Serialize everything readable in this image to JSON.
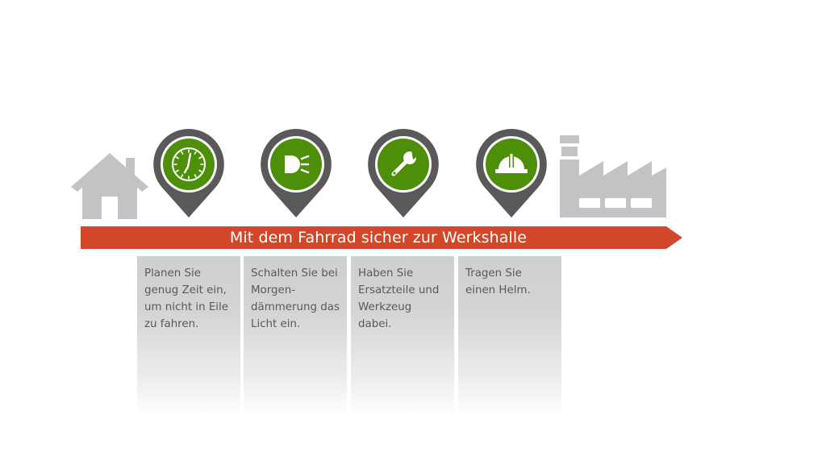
{
  "banner": {
    "text": "Mit dem Fahrrad sicher zur Werkshalle",
    "color": "#d0472a"
  },
  "colors": {
    "pin_ring": "#595959",
    "pin_fill": "#4e8f0a",
    "icon_gray": "#c3c3c3",
    "card_text": "#595959"
  },
  "start_icon": "house-icon",
  "end_icon": "factory-icon",
  "steps": [
    {
      "icon": "clock-icon",
      "text": "Planen Sie genug Zeit ein, um nicht in Eile zu fahren."
    },
    {
      "icon": "headlight-icon",
      "text": "Schalten Sie bei Morgen-dämmerung das Licht ein."
    },
    {
      "icon": "wrench-icon",
      "text": "Haben Sie Ersatzteile und Werkzeug dabei."
    },
    {
      "icon": "helmet-icon",
      "text": "Tragen Sie einen Helm."
    }
  ]
}
